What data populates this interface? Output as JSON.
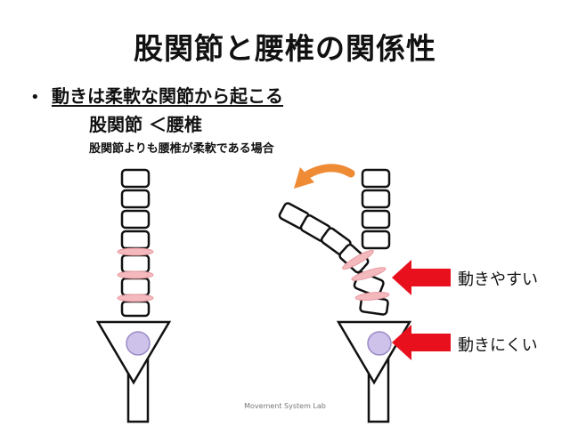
{
  "slide": {
    "title": "股関節と腰椎の関係性",
    "bullet": "動きは柔軟な関節から起こる",
    "comparison": "股関節 ＜腰椎",
    "condition": "股関節よりも腰椎が柔軟である場合",
    "label_easy": "動きやすい",
    "label_hard": "動きにくい",
    "footer": "Movement System Lab"
  },
  "colors": {
    "disc": "#f4b9bd",
    "disc_stroke": "#e79aa0",
    "femoral_head": "#cfc2ea",
    "femoral_head_stroke": "#9b8cc6",
    "arrow_red": "#e8101c",
    "curve_arrow": "#ef8a35"
  },
  "icons": {
    "bullet": "bullet-dot",
    "arrow_easy": "red-arrow-left-icon",
    "arrow_hard": "red-arrow-left-icon",
    "rotation": "curved-arrow-icon"
  }
}
